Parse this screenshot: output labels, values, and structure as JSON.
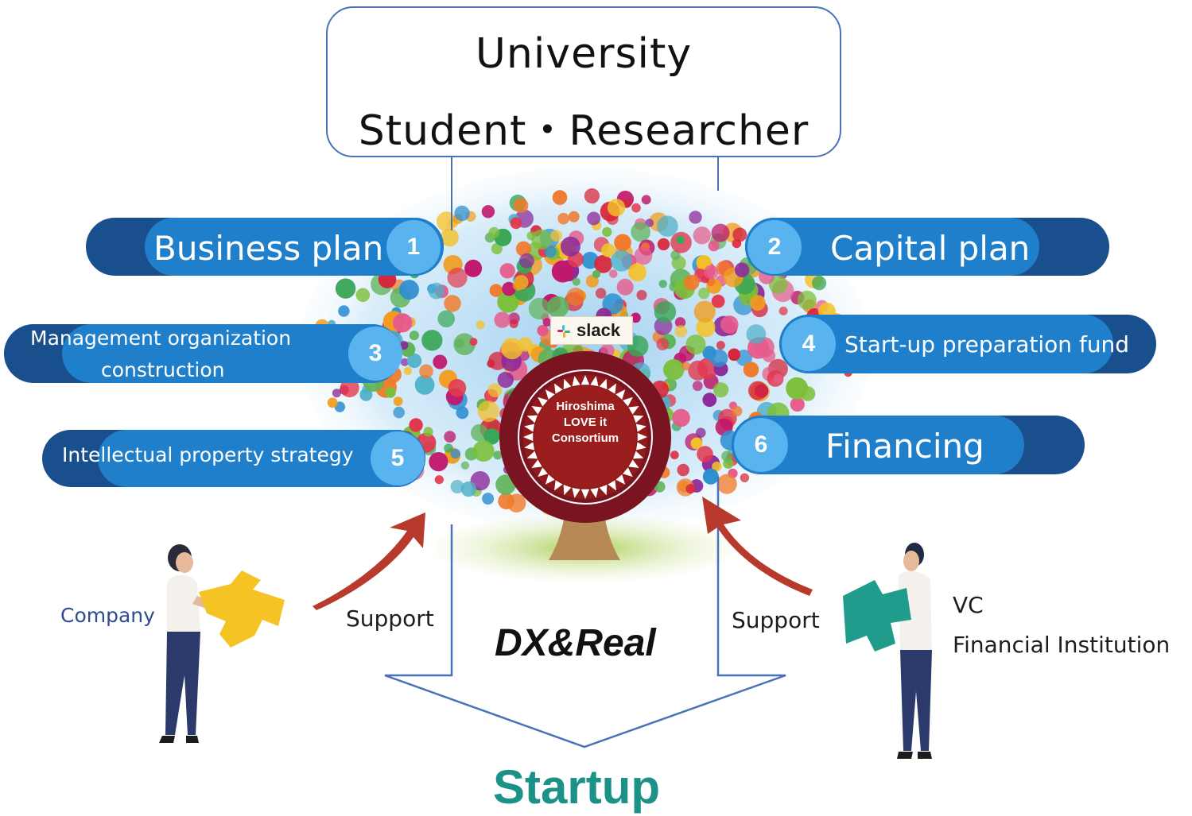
{
  "top_box": {
    "line1": "University",
    "line2": "Student・Researcher"
  },
  "pills": [
    {
      "num": "1",
      "label": "Business plan"
    },
    {
      "num": "2",
      "label": "Capital plan"
    },
    {
      "num": "3",
      "label_line1": "Management organization",
      "label_line2": "construction"
    },
    {
      "num": "4",
      "label": "Start-up preparation fund"
    },
    {
      "num": "5",
      "label": "Intellectual property strategy"
    },
    {
      "num": "6",
      "label": "Financing"
    }
  ],
  "slack": {
    "label": "slack"
  },
  "emblem": {
    "line1": "Hiroshima",
    "line2": "LOVE it",
    "line3": "Consortium"
  },
  "left_party": {
    "label": "Company",
    "support": "Support"
  },
  "right_party": {
    "line1": "VC",
    "line2": "Financial Institution",
    "support": "Support"
  },
  "center_label": "DX&Real",
  "bottom_label": "Startup",
  "colors": {
    "pill_dark": "#1a4f8e",
    "pill_light": "#1f7fca",
    "number_circle": "#58b3ee",
    "emblem": "#8b1a1a",
    "startup_text": "#1b9188",
    "arrow_line": "#4a72b8",
    "support_arrow": "#b83a2c"
  }
}
